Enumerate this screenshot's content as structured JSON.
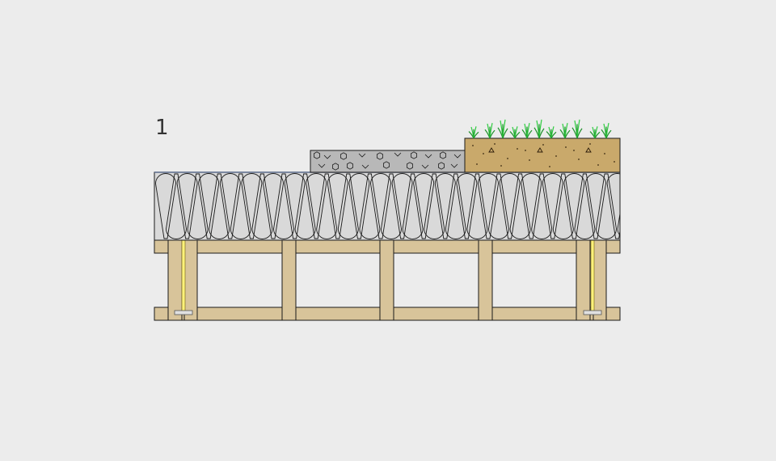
{
  "drawing": {
    "detail_number": "1",
    "colors": {
      "background": "#ececec",
      "line": "#1a1a1a",
      "insulation_fill": "#d9d9d9",
      "gravel_fill": "#b8b8b8",
      "soil_fill": "#c9a96b",
      "timber_fill": "#d8c49a",
      "grass": "#2ecc40",
      "grass_dark": "#1e8f2a",
      "anchor_fill": "#fff27a"
    },
    "layers": [
      "green-roof-soil",
      "gravel-ballast",
      "insulation",
      "timber-joist-frame"
    ],
    "icons": {
      "vegetation": "grass-tuft-icon",
      "anchor": "anchor-bolt-icon"
    }
  }
}
